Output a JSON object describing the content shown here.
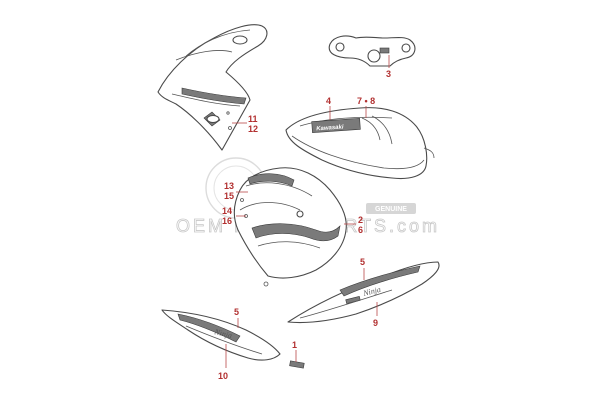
{
  "watermark": {
    "site": "OEM MOTORPARTS.com",
    "badge": "GENUINE"
  },
  "decals": {
    "tank_logo": "Kawasaki",
    "tail_script": "Ninja"
  },
  "callouts": {
    "c1": "1",
    "c2": "2",
    "c3": "3",
    "c4": "4",
    "c5a": "5",
    "c5b": "5",
    "c6": "6",
    "c78": "7 • 8",
    "c9": "9",
    "c10": "10",
    "c11": "11",
    "c12": "12",
    "c13": "13",
    "c14": "14",
    "c15": "15",
    "c16": "16"
  }
}
